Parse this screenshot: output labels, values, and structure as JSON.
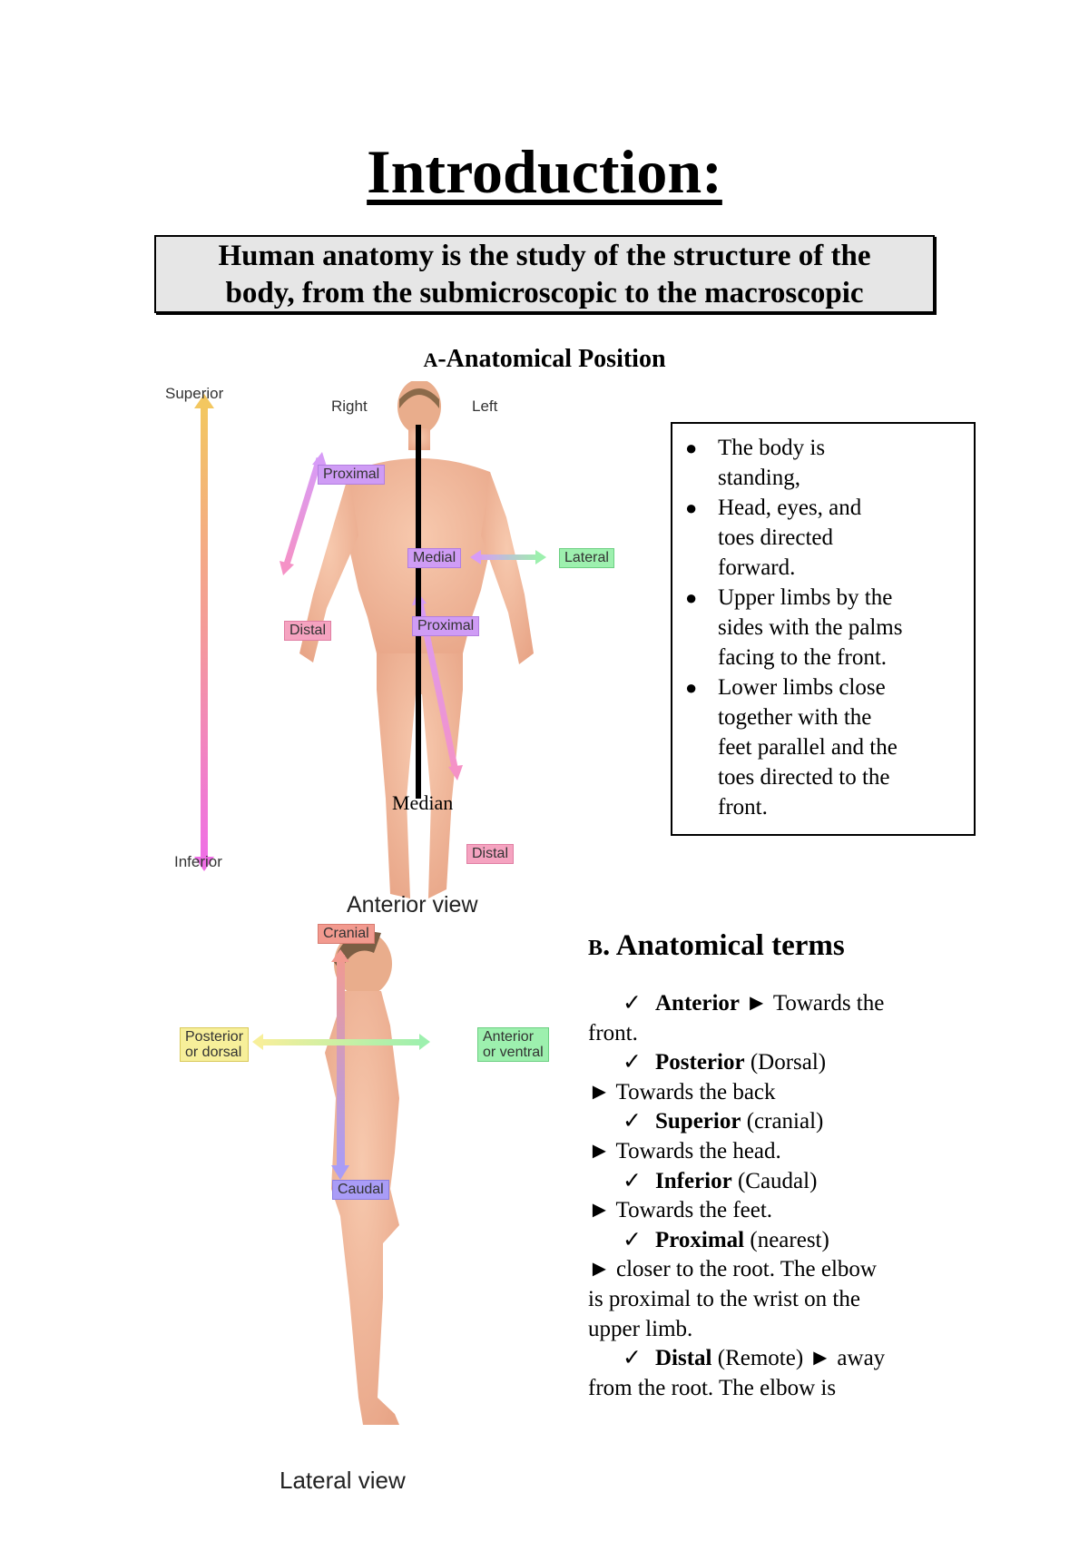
{
  "page": {
    "title": "Introduction:",
    "definition_lines": [
      "Human anatomy is the study of the structure of the",
      "body, from the submicroscopic to the macroscopic"
    ]
  },
  "section_a": {
    "prefix": "A",
    "title": "-Anatomical Position",
    "figure": {
      "labels": {
        "superior": "Superior",
        "inferior": "Inferior",
        "right": "Right",
        "left": "Left",
        "median": "Median",
        "caption": "Anterior view"
      },
      "tags": {
        "proximal_arm": "Proximal",
        "distal_arm": "Distal",
        "medial": "Medial",
        "lateral": "Lateral",
        "proximal_leg": "Proximal",
        "distal_leg": "Distal"
      }
    },
    "bullets": [
      [
        "The body is",
        "standing,"
      ],
      [
        "Head, eyes, and",
        "toes directed",
        "forward."
      ],
      [
        "Upper limbs by the",
        "sides with the palms",
        "facing to the front."
      ],
      [
        "Lower limbs close",
        "together with the",
        "feet parallel and the",
        "toes directed to the",
        "front."
      ]
    ]
  },
  "lateral_figure": {
    "tags": {
      "cranial": "Cranial",
      "caudal": "Caudal",
      "posterior": [
        "Posterior",
        "or dorsal"
      ],
      "anterior": [
        "Anterior",
        "or ventral"
      ]
    },
    "caption": "Lateral view"
  },
  "section_b": {
    "prefix": "B",
    "title": ". Anatomical terms",
    "check_icon": "✓",
    "arrow_icon": "►",
    "terms": [
      {
        "term": "Anterior",
        "paren": "",
        "inline": " ► Towards the",
        "cont": [
          "front."
        ]
      },
      {
        "term": "Posterior",
        "paren": " (Dorsal)",
        "inline": "",
        "cont": [
          "► Towards the back"
        ]
      },
      {
        "term": "Superior",
        "paren": " (cranial)",
        "inline": "",
        "cont": [
          "► Towards the head."
        ]
      },
      {
        "term": "Inferior",
        "paren": " (Caudal)",
        "inline": "",
        "cont": [
          "► Towards the feet."
        ]
      },
      {
        "term": "Proximal",
        "paren": " (nearest)",
        "inline": "",
        "cont": [
          "► closer to the root. The elbow",
          "is proximal to the wrist on the",
          "upper limb."
        ]
      },
      {
        "term": "Distal",
        "paren": " (Remote)",
        "inline": " ►  away",
        "cont": [
          "from the root. The elbow is"
        ]
      }
    ]
  },
  "colors": {
    "definition_box_fill": "#e6e6e6",
    "skin": "#f0b79a",
    "arrow_superior_top": "#f3c760",
    "arrow_inferior_bottom": "#ef6fe6"
  }
}
